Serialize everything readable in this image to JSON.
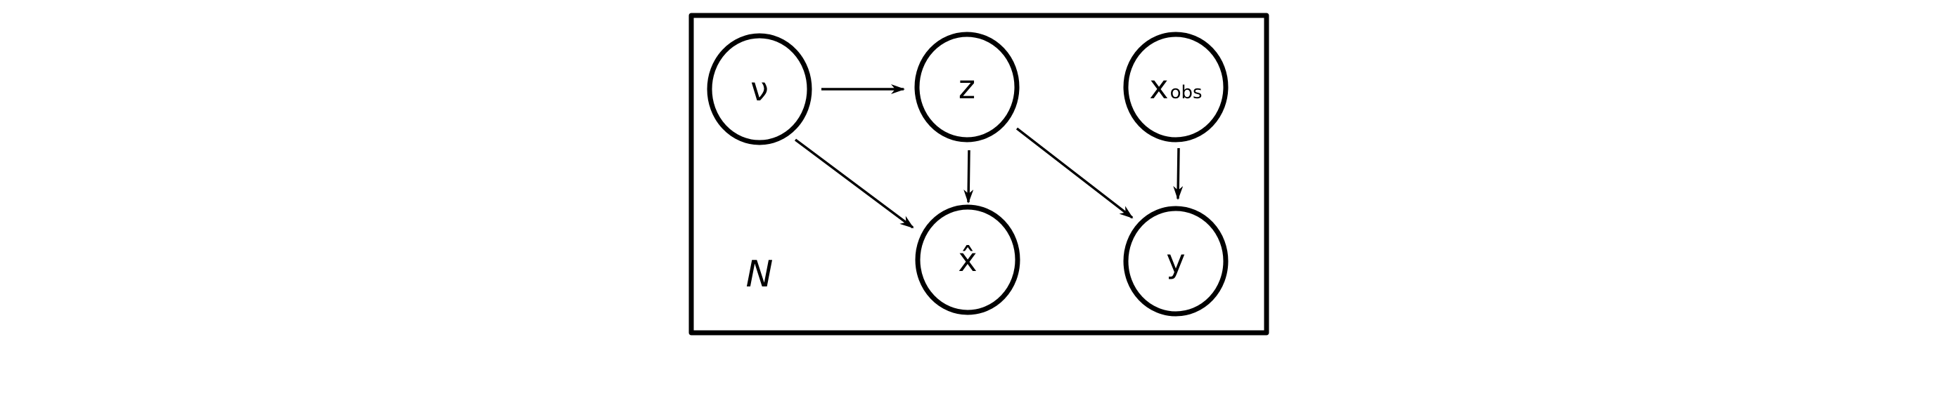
{
  "plate": {
    "label": "N"
  },
  "nodes": {
    "nu": {
      "label": "ν"
    },
    "z": {
      "label": "z"
    },
    "x_obs": {
      "label": "x",
      "subscript": "obs"
    },
    "x_hat": {
      "label": "x̂"
    },
    "y": {
      "label": "y"
    }
  },
  "edges": [
    {
      "from": "nu",
      "to": "z"
    },
    {
      "from": "nu",
      "to": "x_hat"
    },
    {
      "from": "z",
      "to": "x_hat"
    },
    {
      "from": "z",
      "to": "y"
    },
    {
      "from": "x_obs",
      "to": "y"
    }
  ],
  "colors": {
    "stroke": "#000000",
    "background": "#ffffff"
  }
}
